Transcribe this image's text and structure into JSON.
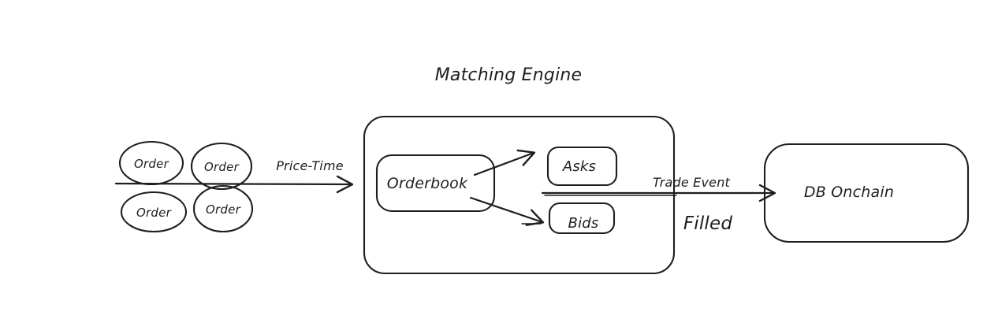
{
  "diagram": {
    "title": "Matching Engine",
    "order_nodes": [
      "Order",
      "Order",
      "Order",
      "Order"
    ],
    "nodes": {
      "orderbook": "Orderbook",
      "asks": "Asks",
      "bids": "Bids",
      "db_onchain": "DB Onchain"
    },
    "edges": {
      "price_time_label": "Price-Time",
      "trade_event_label": "Trade Event",
      "trade_event_sublabel": "Filled"
    },
    "colors": {
      "stroke": "#1e1e1e",
      "background": "#ffffff"
    }
  }
}
